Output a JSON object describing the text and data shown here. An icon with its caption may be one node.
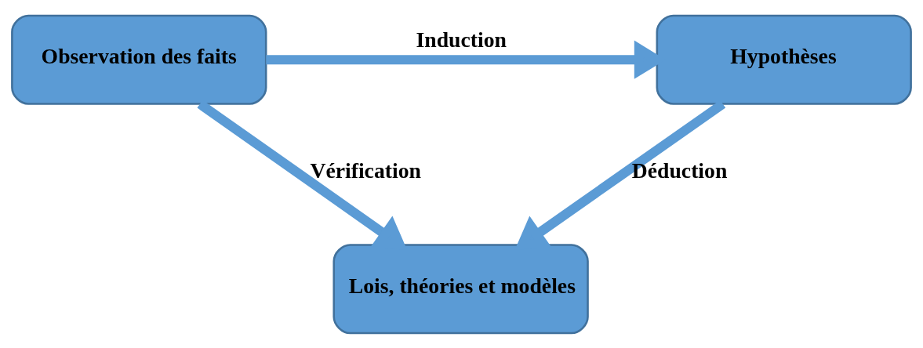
{
  "diagram": {
    "nodes": [
      {
        "text": [
          "Observation des faits"
        ]
      },
      {
        "text": [
          "Hypothèses"
        ]
      },
      {
        "text": [
          "Lois, théories et modèles"
        ]
      }
    ],
    "edges": [
      {
        "from": 0,
        "to": 1,
        "arrow": "to",
        "label": "Induction"
      },
      {
        "from": 1,
        "to": 2,
        "arrow": "to",
        "label": "Déduction"
      },
      {
        "from": 0,
        "to": 2,
        "arrow": "to",
        "label": "Vérification"
      }
    ]
  }
}
